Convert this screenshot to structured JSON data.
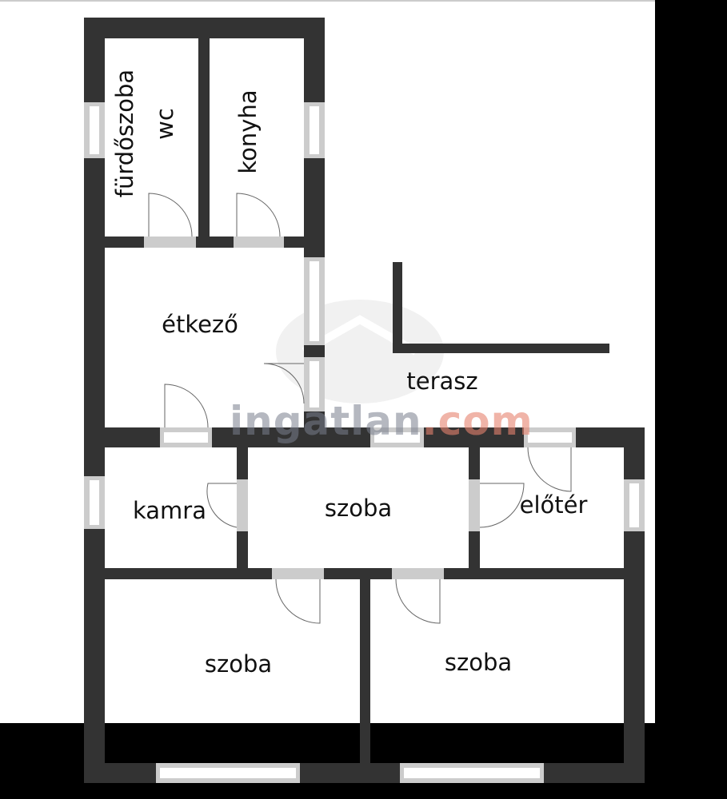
{
  "rooms": {
    "bathroom": "fürdőszoba",
    "wc": "wc",
    "kitchen": "konyha",
    "dining": "étkező",
    "terrace": "terasz",
    "pantry": "kamra",
    "room_middle": "szoba",
    "hall": "előtér",
    "room_bottom_left": "szoba",
    "room_bottom_right": "szoba"
  },
  "watermark": {
    "name": "ingatlan",
    "tld": ".com"
  },
  "colors": {
    "wall": "#333333",
    "window": "#cccccc",
    "watermark_gray": "#787d8c",
    "watermark_accent": "#e6826e"
  }
}
